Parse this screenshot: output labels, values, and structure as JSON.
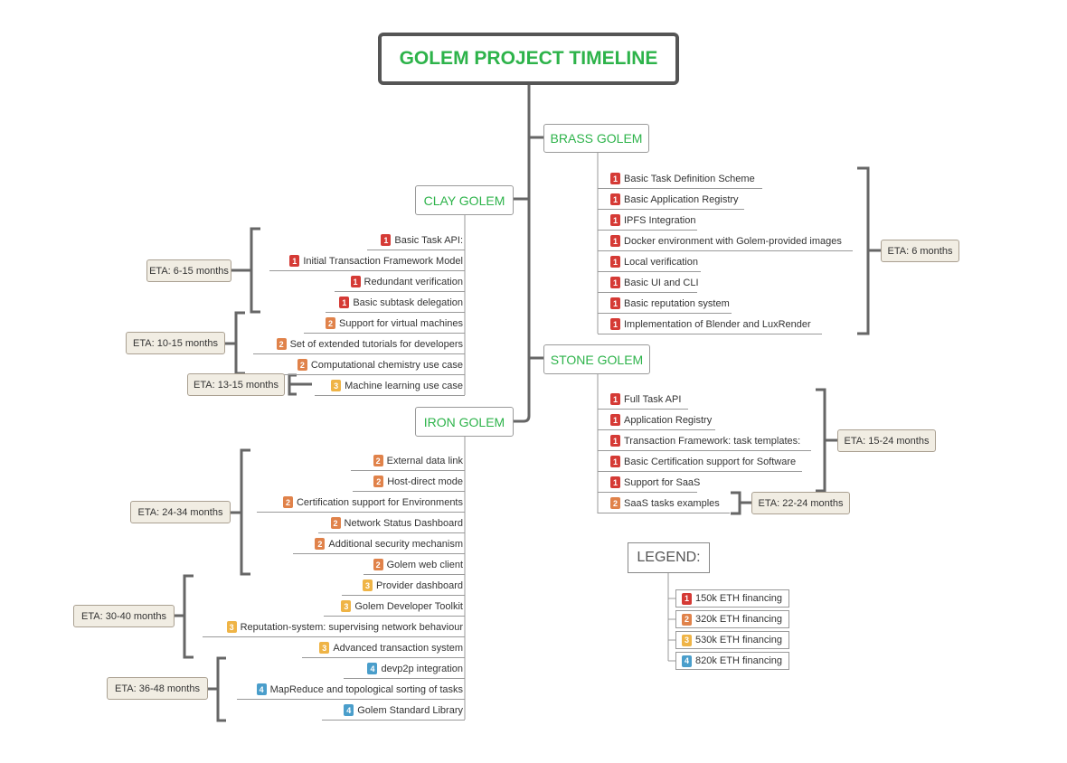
{
  "title": "GOLEM PROJECT TIMELINE",
  "colors": {
    "title_text": "#2db34a",
    "branch_text": "#2db34a",
    "priority": {
      "1": "#d53a35",
      "2": "#e0824a",
      "3": "#efb446",
      "4": "#4a9ecb"
    }
  },
  "branches": {
    "clay": {
      "label": "CLAY GOLEM",
      "items": [
        {
          "p": "1",
          "label": "Basic Task API:"
        },
        {
          "p": "1",
          "label": "Initial Transaction Framework Model"
        },
        {
          "p": "1",
          "label": "Redundant verification"
        },
        {
          "p": "1",
          "label": "Basic subtask delegation"
        },
        {
          "p": "2",
          "label": "Support for virtual machines"
        },
        {
          "p": "2",
          "label": "Set of extended tutorials for developers"
        },
        {
          "p": "2",
          "label": "Computational chemistry use case"
        },
        {
          "p": "3",
          "label": "Machine learning use case"
        }
      ],
      "etas": [
        "ETA: 6-15 months",
        "ETA: 10-15 months",
        "ETA: 13-15 months"
      ]
    },
    "brass": {
      "label": "BRASS GOLEM",
      "items": [
        {
          "p": "1",
          "label": "Basic Task Definition Scheme"
        },
        {
          "p": "1",
          "label": "Basic Application Registry"
        },
        {
          "p": "1",
          "label": "IPFS Integration"
        },
        {
          "p": "1",
          "label": "Docker environment with Golem-provided images"
        },
        {
          "p": "1",
          "label": "Local verification"
        },
        {
          "p": "1",
          "label": "Basic UI and CLI"
        },
        {
          "p": "1",
          "label": "Basic reputation system"
        },
        {
          "p": "1",
          "label": "Implementation of Blender and LuxRender"
        }
      ],
      "etas": [
        "ETA: 6 months"
      ]
    },
    "stone": {
      "label": "STONE GOLEM",
      "items": [
        {
          "p": "1",
          "label": "Full Task API"
        },
        {
          "p": "1",
          "label": "Application Registry"
        },
        {
          "p": "1",
          "label": "Transaction Framework: task templates:"
        },
        {
          "p": "1",
          "label": "Basic Certification support for Software"
        },
        {
          "p": "1",
          "label": "Support for SaaS"
        },
        {
          "p": "2",
          "label": "SaaS tasks examples"
        }
      ],
      "etas": [
        "ETA: 15-24 months",
        "ETA: 22-24 months"
      ]
    },
    "iron": {
      "label": "IRON GOLEM",
      "items": [
        {
          "p": "2",
          "label": "External data link"
        },
        {
          "p": "2",
          "label": "Host-direct mode"
        },
        {
          "p": "2",
          "label": "Certification support for Environments"
        },
        {
          "p": "2",
          "label": "Network Status Dashboard"
        },
        {
          "p": "2",
          "label": "Additional security mechanism"
        },
        {
          "p": "2",
          "label": "Golem web client"
        },
        {
          "p": "3",
          "label": "Provider dashboard"
        },
        {
          "p": "3",
          "label": "Golem Developer Toolkit"
        },
        {
          "p": "3",
          "label": "Reputation-system: supervising network behaviour"
        },
        {
          "p": "3",
          "label": "Advanced transaction system"
        },
        {
          "p": "4",
          "label": "devp2p integration"
        },
        {
          "p": "4",
          "label": "MapReduce and topological sorting of tasks"
        },
        {
          "p": "4",
          "label": "Golem Standard Library"
        }
      ],
      "etas": [
        "ETA: 24-34 months",
        "ETA: 30-40 months",
        "ETA: 36-48 months"
      ]
    }
  },
  "legend": {
    "title": "LEGEND:",
    "items": [
      {
        "p": "1",
        "label": "150k ETH financing"
      },
      {
        "p": "2",
        "label": "320k ETH financing"
      },
      {
        "p": "3",
        "label": "530k ETH financing"
      },
      {
        "p": "4",
        "label": "820k ETH financing"
      }
    ]
  }
}
